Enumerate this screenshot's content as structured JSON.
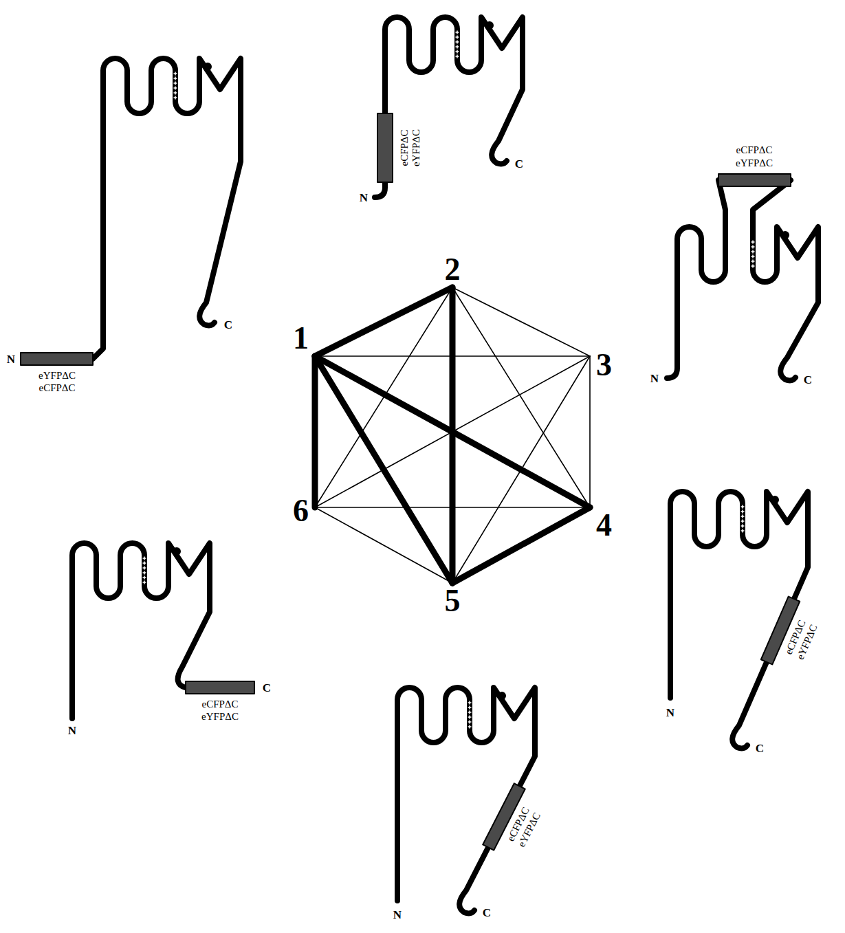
{
  "diagram": {
    "nodes": [
      {
        "text": [
          "1"
        ]
      },
      {
        "text": [
          "2"
        ]
      },
      {
        "text": [
          "3"
        ]
      },
      {
        "text": [
          "4"
        ]
      },
      {
        "text": [
          "5"
        ]
      },
      {
        "text": [
          "6"
        ]
      }
    ],
    "edges": [
      {
        "from": 0,
        "to": 1,
        "arrow": "none"
      },
      {
        "from": 0,
        "to": 2,
        "arrow": "none"
      },
      {
        "from": 0,
        "to": 3,
        "arrow": "none"
      },
      {
        "from": 0,
        "to": 4,
        "arrow": "none"
      },
      {
        "from": 0,
        "to": 5,
        "arrow": "none"
      },
      {
        "from": 1,
        "to": 2,
        "arrow": "none"
      },
      {
        "from": 1,
        "to": 3,
        "arrow": "none"
      },
      {
        "from": 1,
        "to": 4,
        "arrow": "none"
      },
      {
        "from": 1,
        "to": 5,
        "arrow": "none"
      },
      {
        "from": 2,
        "to": 3,
        "arrow": "none"
      },
      {
        "from": 2,
        "to": 4,
        "arrow": "none"
      },
      {
        "from": 2,
        "to": 5,
        "arrow": "none"
      },
      {
        "from": 3,
        "to": 4,
        "arrow": "none"
      },
      {
        "from": 3,
        "to": 5,
        "arrow": "none"
      },
      {
        "from": 4,
        "to": 5,
        "arrow": "none"
      }
    ],
    "labels": [
      "N",
      "eYFPΔC",
      "eCFPΔC",
      "C",
      "eCFPΔC",
      "eYFPΔC",
      "N",
      "C",
      "eCFPΔC",
      "eYFPΔC",
      "N",
      "C",
      "eCFPΔC",
      "eYFPΔC",
      "N",
      "C",
      "eCFPΔC",
      "eYFPΔC",
      "N",
      "C",
      "eCFPΔC",
      "eYFPΔC",
      "N",
      "C"
    ]
  }
}
